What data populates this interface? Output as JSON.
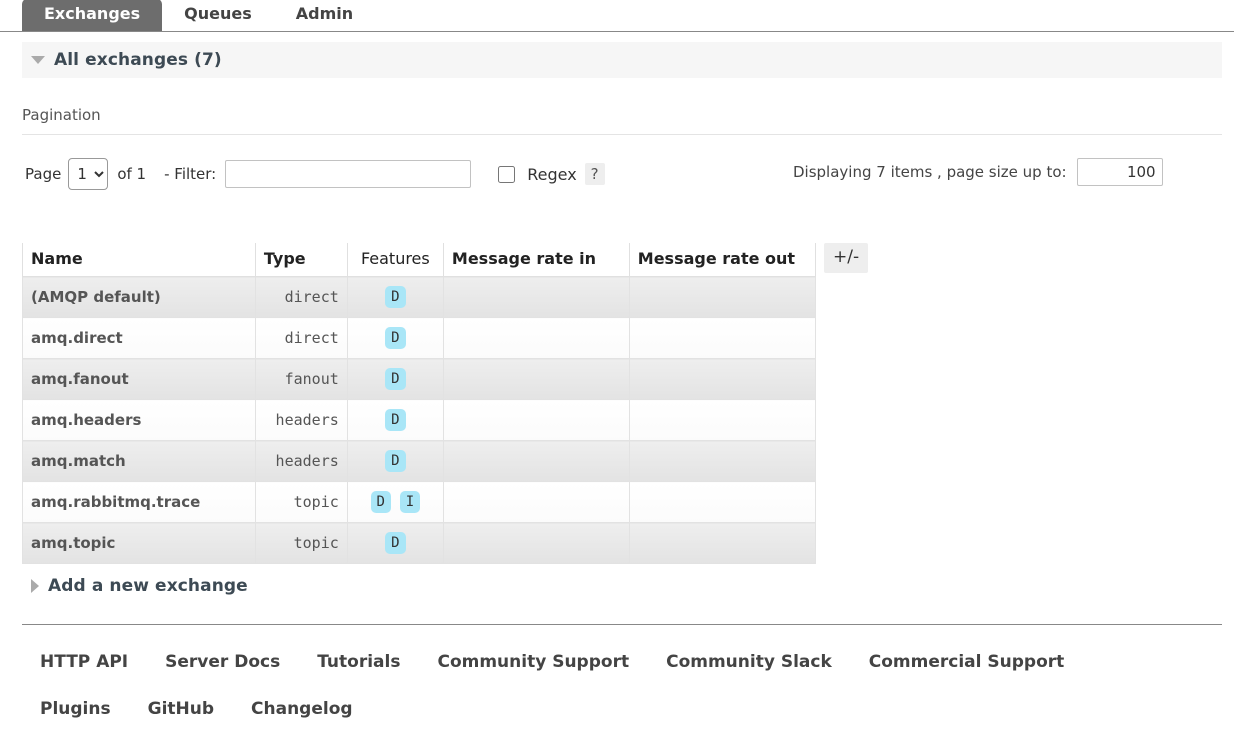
{
  "header": {
    "page_heading": "Exchanges",
    "tabs": [
      {
        "label": "Exchanges",
        "active": true
      },
      {
        "label": "Queues",
        "active": false
      },
      {
        "label": "Admin",
        "active": false
      }
    ]
  },
  "section": {
    "toggle_icon": "triangle-down-icon",
    "title": "All exchanges (7)"
  },
  "pagination": {
    "heading": "Pagination",
    "page_label": "Page",
    "page_value": "1",
    "page_options": [
      "1"
    ],
    "of_label": "of 1",
    "filter_label": "- Filter:",
    "filter_value": "",
    "filter_placeholder": "",
    "regex_label": "Regex",
    "regex_checked": false,
    "help_label": "?",
    "displaying_label": "Displaying 7 items , page size up to:",
    "page_size_value": "100"
  },
  "table": {
    "columns": [
      {
        "label": "Name",
        "sortable": true
      },
      {
        "label": "Type",
        "sortable": true
      },
      {
        "label": "Features",
        "sortable": false
      },
      {
        "label": "Message rate in",
        "sortable": true
      },
      {
        "label": "Message rate out",
        "sortable": true
      }
    ],
    "column_toggle_label": "+/-",
    "rows": [
      {
        "name": "(AMQP default)",
        "type": "direct",
        "features": [
          "D"
        ],
        "rate_in": "",
        "rate_out": ""
      },
      {
        "name": "amq.direct",
        "type": "direct",
        "features": [
          "D"
        ],
        "rate_in": "",
        "rate_out": ""
      },
      {
        "name": "amq.fanout",
        "type": "fanout",
        "features": [
          "D"
        ],
        "rate_in": "",
        "rate_out": ""
      },
      {
        "name": "amq.headers",
        "type": "headers",
        "features": [
          "D"
        ],
        "rate_in": "",
        "rate_out": ""
      },
      {
        "name": "amq.match",
        "type": "headers",
        "features": [
          "D"
        ],
        "rate_in": "",
        "rate_out": ""
      },
      {
        "name": "amq.rabbitmq.trace",
        "type": "topic",
        "features": [
          "D",
          "I"
        ],
        "rate_in": "",
        "rate_out": ""
      },
      {
        "name": "amq.topic",
        "type": "topic",
        "features": [
          "D"
        ],
        "rate_in": "",
        "rate_out": ""
      }
    ]
  },
  "add_exchange": {
    "toggle_icon": "triangle-right-icon",
    "title": "Add a new exchange"
  },
  "footer": {
    "rows": [
      [
        "HTTP API",
        "Server Docs",
        "Tutorials",
        "Community Support",
        "Community Slack",
        "Commercial Support"
      ],
      [
        "Plugins",
        "GitHub",
        "Changelog"
      ]
    ]
  },
  "colors": {
    "active_tab_bg": "#6d6d6d",
    "feature_badge_bg": "#a9e6f7",
    "section_bar_bg": "#f6f6f6",
    "section_title_fg": "#3d4a54"
  }
}
